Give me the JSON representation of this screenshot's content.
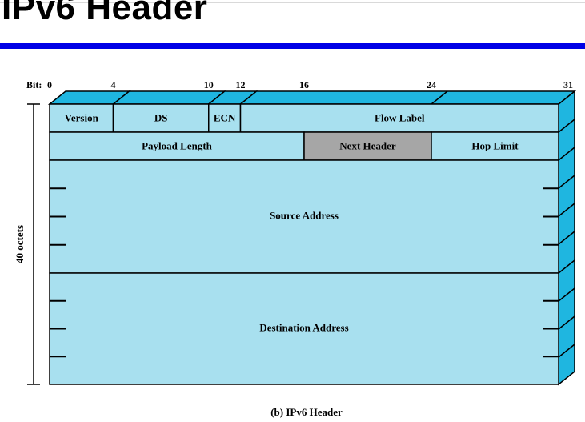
{
  "slide": {
    "title": "IPv6 Header",
    "accent_color": "#0000e6"
  },
  "figure": {
    "bit_label": "Bit:",
    "bit_ticks": [
      "0",
      "4",
      "10",
      "12",
      "16",
      "24",
      "31"
    ],
    "side_label": "40 octets",
    "caption": "(b) IPv6 Header",
    "colors": {
      "field_fill": "#a8e0ef",
      "side_fill": "#1fb6e0",
      "highlight_fill": "#a6a6a6",
      "stroke": "#000000"
    },
    "rows": [
      {
        "fields": [
          {
            "label": "Version",
            "from": 0,
            "to": 4
          },
          {
            "label": "DS",
            "from": 4,
            "to": 10
          },
          {
            "label": "ECN",
            "from": 10,
            "to": 12
          },
          {
            "label": "Flow Label",
            "from": 12,
            "to": 32
          }
        ]
      },
      {
        "fields": [
          {
            "label": "Payload Length",
            "from": 0,
            "to": 16
          },
          {
            "label": "Next Header",
            "from": 16,
            "to": 24,
            "highlight": true
          },
          {
            "label": "Hop Limit",
            "from": 24,
            "to": 32
          }
        ]
      }
    ],
    "address_blocks": [
      {
        "label": "Source Address"
      },
      {
        "label": "Destination Address"
      }
    ]
  }
}
